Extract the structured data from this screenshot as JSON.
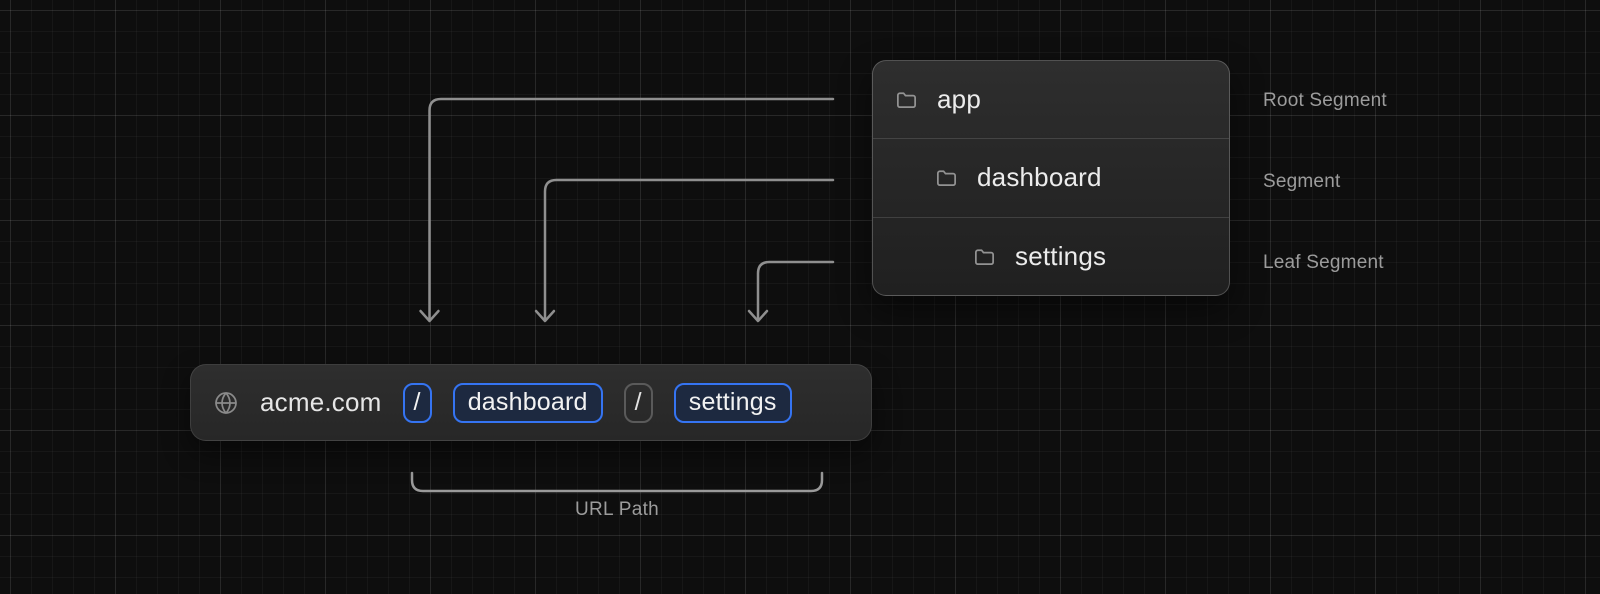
{
  "diagram": {
    "folder_tree": {
      "rows": [
        {
          "name": "app",
          "annotation": "Root Segment"
        },
        {
          "name": "dashboard",
          "annotation": "Segment"
        },
        {
          "name": "settings",
          "annotation": "Leaf Segment"
        }
      ]
    },
    "url_bar": {
      "domain": "acme.com",
      "segments": [
        {
          "text": "/",
          "style": "highlighted"
        },
        {
          "text": "dashboard",
          "style": "highlighted"
        },
        {
          "text": "/",
          "style": "plain"
        },
        {
          "text": "settings",
          "style": "highlighted"
        }
      ],
      "caption": "URL Path"
    },
    "icons": {
      "globe": "globe-icon",
      "folder": "folder-icon"
    },
    "colors": {
      "background": "#0e0e0e",
      "grid_line": "#1c1c1c",
      "panel_background": "#272727",
      "panel_border": "#4a4a4a",
      "highlight_border": "#3574f2",
      "highlight_fill": "#1d2940",
      "plain_chip_border": "#5a5a5a",
      "arrow": "#8f8f8f",
      "annotation_text": "#9c9c9c",
      "primary_text": "#ececec"
    }
  }
}
